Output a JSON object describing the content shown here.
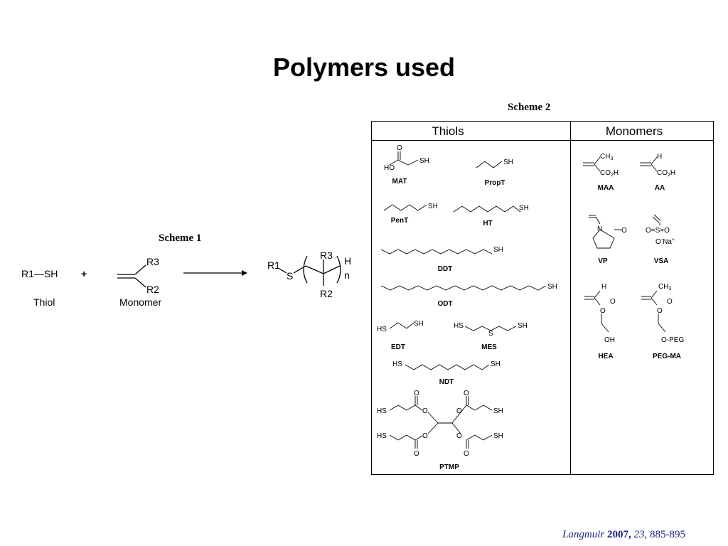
{
  "slide": {
    "title": "Polymers used"
  },
  "scheme1": {
    "caption": "Scheme 1",
    "reactant_thiol": "R1—SH",
    "plus": "+",
    "thiol_label": "Thiol",
    "monomer_label": "Monomer",
    "r1": "R1",
    "r2": "R2",
    "r3": "R3",
    "s": "S",
    "h": "H",
    "n": "n"
  },
  "scheme2": {
    "caption": "Scheme 2",
    "header_thiols": "Thiols",
    "header_monomers": "Monomers",
    "thiols": [
      "MAT",
      "PropT",
      "PenT",
      "HT",
      "DDT",
      "ODT",
      "EDT",
      "MES",
      "NDT",
      "PTMP"
    ],
    "monomers": [
      "MAA",
      "AA",
      "VP",
      "VSA",
      "HEA",
      "PEG-MA"
    ]
  },
  "citation": {
    "journal": "Langmuir",
    "year": "2007,",
    "volume": "23,",
    "pages": "885-895"
  }
}
